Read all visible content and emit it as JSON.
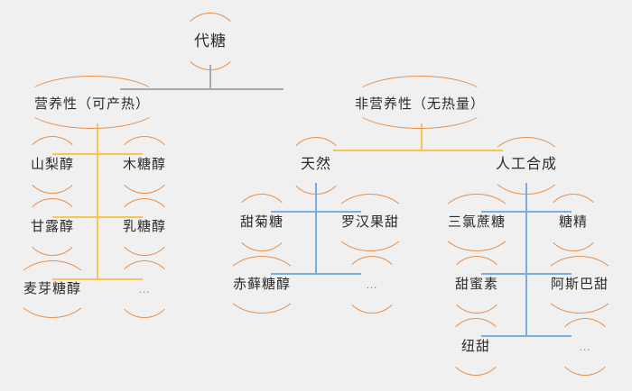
{
  "diagram": {
    "title": "代糖",
    "type": "tree",
    "colors": {
      "background": "#f0f0f1",
      "root_line": "#a9a9ad",
      "nutritive_line": "#f7c552",
      "nonnutritive_line": "#7bade0",
      "node_arc": "#e8914d",
      "text": "#2b2b2b"
    },
    "root": {
      "label": "代糖"
    },
    "level2": [
      {
        "label": "营养性（可产热）"
      },
      {
        "label": "非营养性（无热量）"
      }
    ],
    "level3": [
      {
        "label": "天然"
      },
      {
        "label": "人工合成"
      }
    ],
    "branches": {
      "nutritive": {
        "parent": "营养性（可产热）",
        "items": [
          "山梨醇",
          "木糖醇",
          "甘露醇",
          "乳糖醇",
          "麦芽糖醇",
          "…"
        ]
      },
      "natural": {
        "parent": "天然",
        "items": [
          "甜菊糖",
          "罗汉果甜",
          "赤藓糖醇",
          "…"
        ]
      },
      "artificial": {
        "parent": "人工合成",
        "items": [
          "三氯蔗糖",
          "糖精",
          "甜蜜素",
          "阿斯巴甜",
          "纽甜",
          "…"
        ]
      }
    }
  }
}
